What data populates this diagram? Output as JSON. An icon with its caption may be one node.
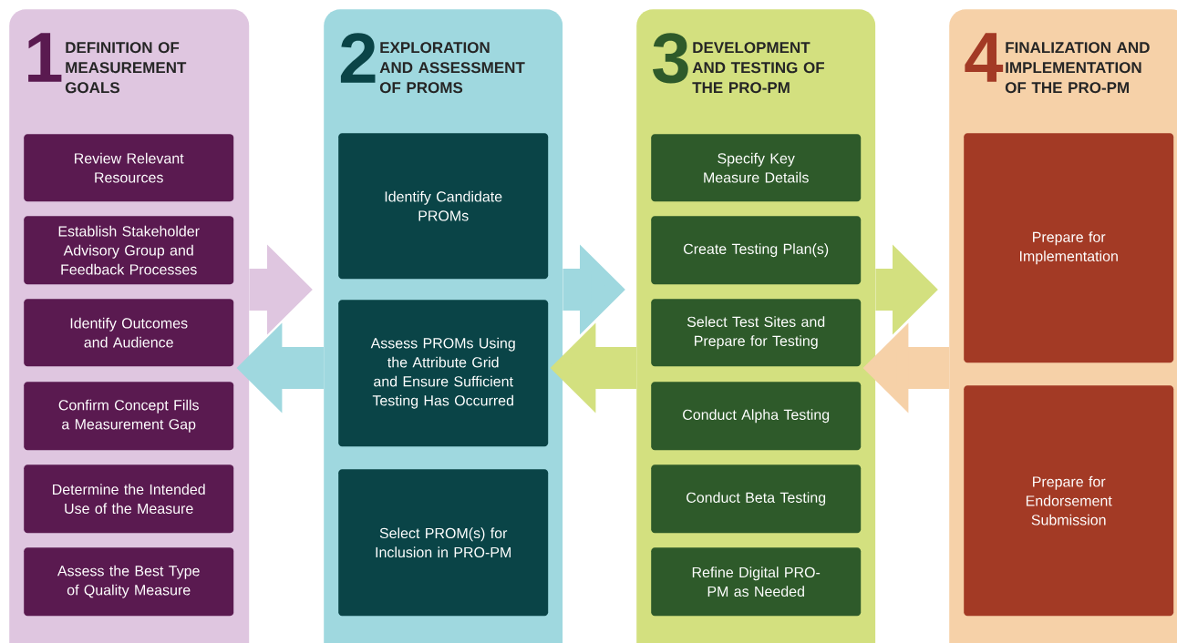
{
  "diagram": {
    "nodes": [
      {
        "text": [
          "1",
          "DEFINITION OF MEASUREMENT GOALS"
        ]
      },
      {
        "text": [
          "Review Relevant Resources"
        ],
        "in": 0
      },
      {
        "text": [
          "Establish Stakeholder Advisory Group and Feedback Processes"
        ],
        "in": 0
      },
      {
        "text": [
          "Identify Outcomes and Audience"
        ],
        "in": 0
      },
      {
        "text": [
          "Confirm Concept Fills a Measurement Gap"
        ],
        "in": 0
      },
      {
        "text": [
          "Determine the Intended Use of the Measure"
        ],
        "in": 0
      },
      {
        "text": [
          "Assess the Best Type of Quality Measure"
        ],
        "in": 0
      },
      {
        "text": [
          "2",
          "EXPLORATION AND ASSESSMENT OF PROMS"
        ]
      },
      {
        "text": [
          "Identify Candidate PROMs"
        ],
        "in": 7
      },
      {
        "text": [
          "Assess PROMs Using the Attribute Grid and Ensure Sufficient Testing Has Occurred"
        ],
        "in": 7
      },
      {
        "text": [
          "Select PROM(s) for Inclusion in PRO-PM"
        ],
        "in": 7
      },
      {
        "text": [
          "3",
          "DEVELOPMENT AND TESTING OF THE PRO-PM"
        ]
      },
      {
        "text": [
          "Specify Key Measure Details"
        ],
        "in": 11
      },
      {
        "text": [
          "Create Testing Plan(s)"
        ],
        "in": 11
      },
      {
        "text": [
          "Select Test Sites and Prepare for Testing"
        ],
        "in": 11
      },
      {
        "text": [
          "Conduct Alpha Testing"
        ],
        "in": 11
      },
      {
        "text": [
          "Conduct Beta Testing"
        ],
        "in": 11
      },
      {
        "text": [
          "Refine Digital PRO-PM as Needed"
        ],
        "in": 11
      },
      {
        "text": [
          "4",
          "FINALIZATION AND IMPLEMENTATION OF THE PRO-PM"
        ]
      },
      {
        "text": [
          "Prepare for Implementation"
        ],
        "in": 18
      },
      {
        "text": [
          "Prepare for Endorsement Submission"
        ],
        "in": 18
      }
    ],
    "edges": [
      {
        "from": 0,
        "to": 7,
        "arrow": "to",
        "color": "#dfc6e0"
      },
      {
        "from": 7,
        "to": 0,
        "arrow": "to",
        "color": "#9fd8df"
      },
      {
        "from": 7,
        "to": 11,
        "arrow": "to",
        "color": "#9fd8df"
      },
      {
        "from": 11,
        "to": 7,
        "arrow": "to",
        "color": "#d3e07f"
      },
      {
        "from": 11,
        "to": 18,
        "arrow": "to",
        "color": "#d3e07f"
      },
      {
        "from": 18,
        "to": 11,
        "arrow": "to",
        "color": "#f6d1a8"
      }
    ]
  }
}
